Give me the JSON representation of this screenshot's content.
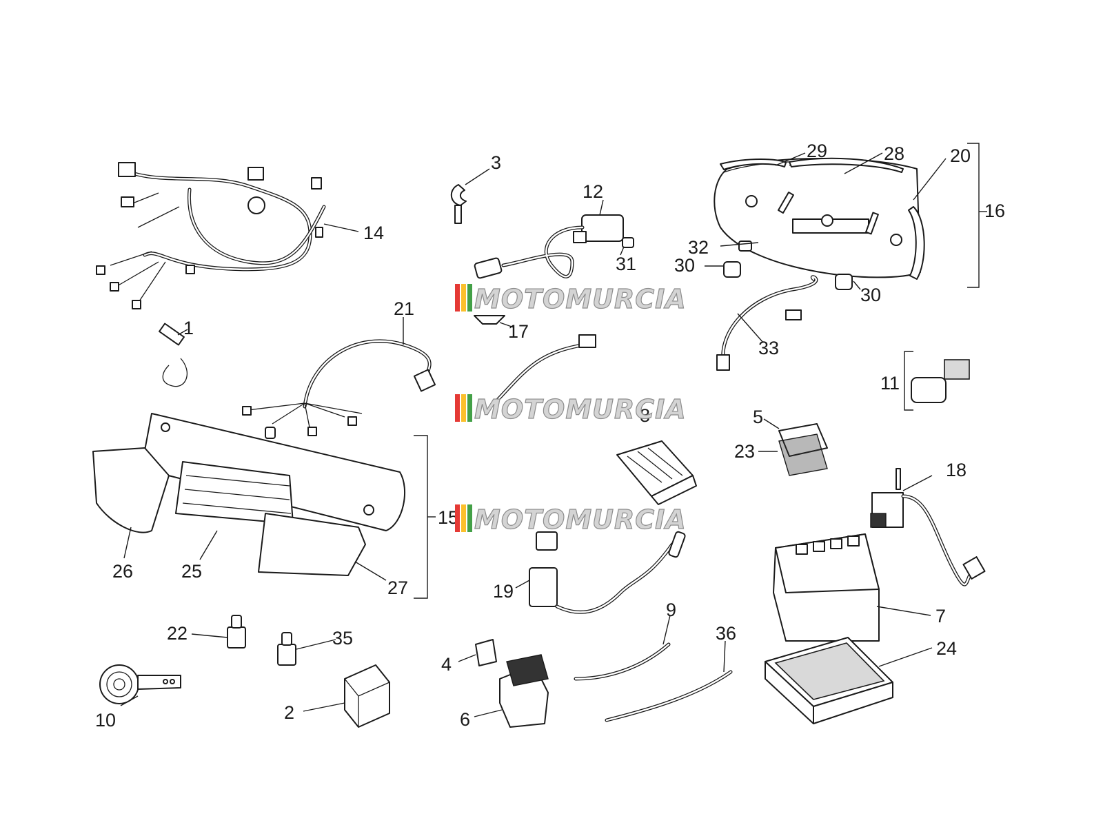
{
  "callouts": [
    "1",
    "2",
    "3",
    "4",
    "5",
    "6",
    "7",
    "8",
    "9",
    "10",
    "11",
    "12",
    "14",
    "15",
    "16",
    "17",
    "18",
    "19",
    "20",
    "21",
    "22",
    "23",
    "24",
    "25",
    "26",
    "27",
    "28",
    "29",
    "30",
    "30",
    "31",
    "32",
    "33",
    "35",
    "36"
  ],
  "watermark": {
    "text": "MOTOMURCIA",
    "stripe_colors": [
      "#e53935",
      "#fbc02d",
      "#43a047"
    ]
  }
}
